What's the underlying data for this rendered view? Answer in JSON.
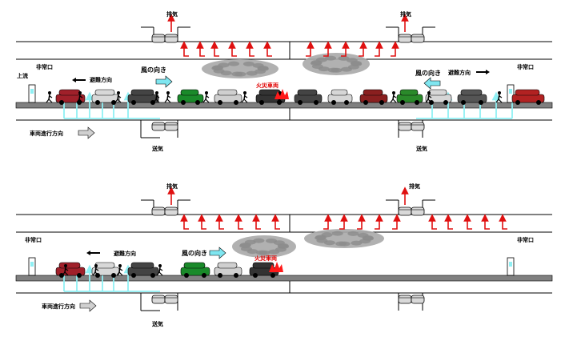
{
  "top": {
    "labels": {
      "exhaust_left": "排気",
      "exhaust_right": "排気",
      "intake_left": "送気",
      "intake_right": "送気",
      "emergency_exit_left": "非常口",
      "emergency_exit_right": "非常口",
      "upwind": "上流",
      "wind_dir_left": "風の向き",
      "wind_dir_right": "風の向き",
      "evac_dir_left": "避難方向",
      "evac_dir_right": "避難方向",
      "vehicle_dir": "車両進行方向",
      "fire_vehicle": "火災車両"
    }
  },
  "bottom": {
    "labels": {
      "exhaust_left": "排気",
      "exhaust_right": "排気",
      "intake_left": "送気",
      "emergency_exit_left": "非常口",
      "emergency_exit_right": "非常口",
      "wind_dir": "風の向き",
      "evac_dir": "避難方向",
      "vehicle_dir": "車両進行方向",
      "fire_vehicle": "火災車両"
    }
  },
  "colors": {
    "exhaust_arrow": "#e01010",
    "intake_arrow": "#8ff0f4",
    "smoke": "#a9a9a9",
    "road": "#808080",
    "wind_arrow": "#7fe6f0"
  }
}
